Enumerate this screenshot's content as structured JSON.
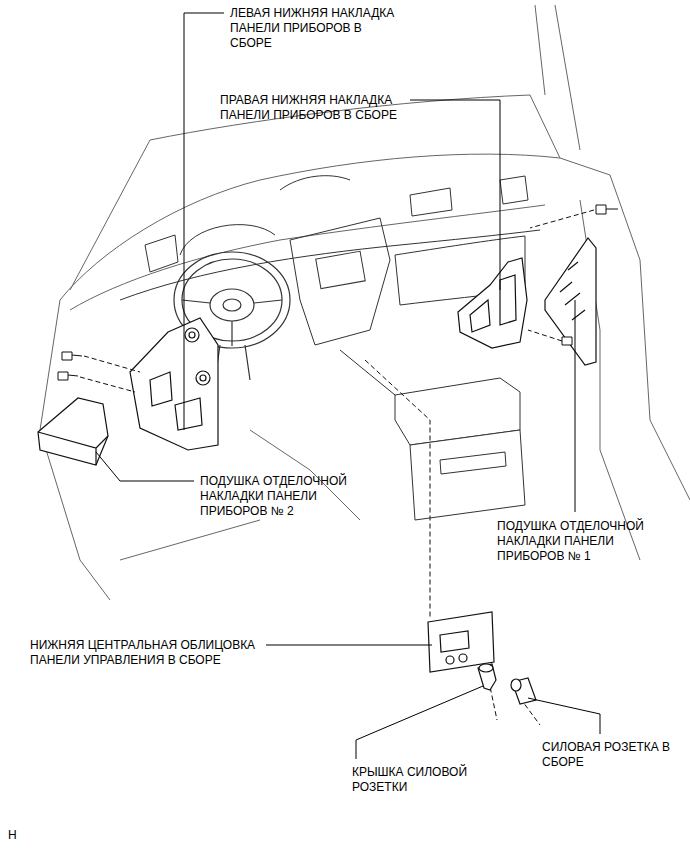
{
  "diagram": {
    "labels": [
      "ЛЕВАЯ НИЖНЯЯ НАКЛАДКА ПАНЕЛИ ПРИБОРОВ В СБОРЕ",
      "ПРАВАЯ НИЖНЯЯ НАКЛАДКА ПАНЕЛИ ПРИБОРОВ В СБОРЕ",
      "ПОДУШКА ОТДЕЛОЧНОЙ НАКЛАДКИ ПАНЕЛИ ПРИБОРОВ № 2",
      "ПОДУШКА ОТДЕЛОЧНОЙ НАКЛАДКИ ПАНЕЛИ ПРИБОРОВ № 1",
      "НИЖНЯЯ ЦЕНТРАЛЬНАЯ ОБЛИЦОВКА ПАНЕЛИ УПРАВЛЕНИЯ В СБОРЕ",
      "КРЫШКА СИЛОВОЙ РОЗЕТКИ",
      "СИЛОВАЯ РОЗЕТКА В СБОРЕ",
      "H"
    ]
  }
}
